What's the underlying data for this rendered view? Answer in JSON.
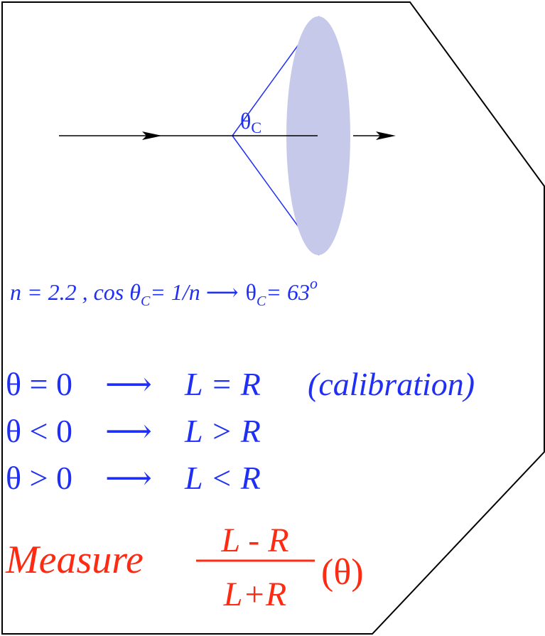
{
  "colors": {
    "frame": "#000000",
    "accent_blue": "#1f2ff5",
    "measure_red": "#ff2a12",
    "lens_fill": "#c7c9ea",
    "ray": "#000000",
    "cone": "#1f2ff5"
  },
  "diagram": {
    "angle_symbol": "θ",
    "angle_sub": "C"
  },
  "formula": {
    "n_part": "n = 2.2 , cos θ",
    "n_sub": "C",
    "n_eq": "= 1/n",
    "arrow": "⟶",
    "theta": "θ",
    "theta_sub": "C",
    "result": "= 63",
    "degree": "o"
  },
  "cases": [
    {
      "lhs": "θ = 0",
      "arrow": "⟶",
      "rhs": "L = R",
      "note": "(calibration)"
    },
    {
      "lhs": "θ < 0",
      "arrow": "⟶",
      "rhs": "L > R",
      "note": ""
    },
    {
      "lhs": "θ > 0",
      "arrow": "⟶",
      "rhs": "L < R",
      "note": ""
    }
  ],
  "measure": {
    "word": "Measure",
    "numerator": "L - R",
    "denominator": "L+R",
    "arg": "(θ)"
  }
}
